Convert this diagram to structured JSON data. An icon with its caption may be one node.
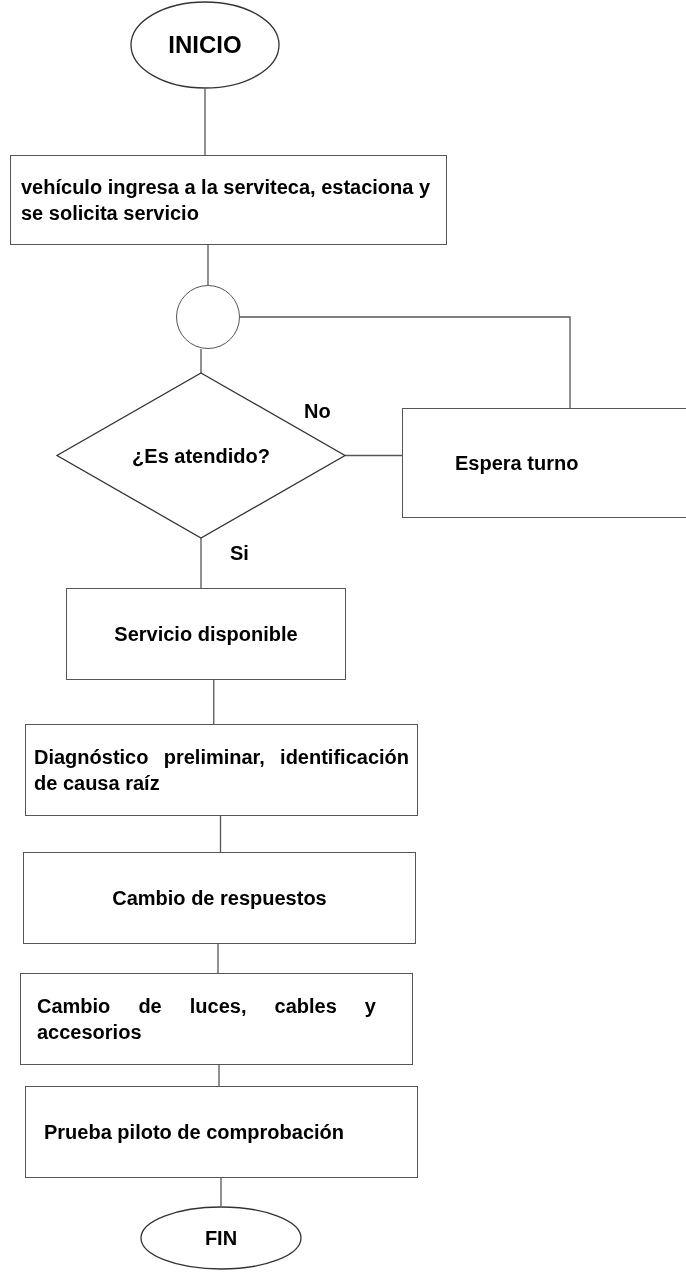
{
  "diagram": {
    "nodes": [
      {
        "text": [
          "INICIO"
        ]
      },
      {
        "text": [
          "vehículo ingresa a la serviteca, estaciona y se solicita servicio"
        ]
      },
      {
        "text": [],
        "shape": "circle"
      },
      {
        "text": [
          "¿Es atendido?"
        ]
      },
      {
        "text": [
          "Espera turno"
        ]
      },
      {
        "text": [
          "Servicio disponible"
        ]
      },
      {
        "text": [
          "Diagnóstico preliminar, identificación de causa raíz"
        ]
      },
      {
        "text": [
          "Cambio de respuestos"
        ]
      },
      {
        "text": [
          "Cambio de luces, cables y accesorios"
        ]
      },
      {
        "text": [
          "Prueba piloto de comprobación"
        ]
      },
      {
        "text": [
          "FIN"
        ]
      }
    ],
    "edges": [
      {
        "from": 0,
        "to": 1,
        "arrow": "none"
      },
      {
        "from": 1,
        "to": 2,
        "arrow": "none"
      },
      {
        "from": 2,
        "to": 3,
        "arrow": "none"
      },
      {
        "from": 3,
        "to": 4,
        "arrow": "none",
        "label": "No"
      },
      {
        "from": 4,
        "to": 2,
        "arrow": "none"
      },
      {
        "from": 3,
        "to": 5,
        "arrow": "none",
        "label": "Si"
      },
      {
        "from": 5,
        "to": 6,
        "arrow": "none"
      },
      {
        "from": 6,
        "to": 7,
        "arrow": "none"
      },
      {
        "from": 7,
        "to": 8,
        "arrow": "none"
      },
      {
        "from": 8,
        "to": 9,
        "arrow": "none"
      },
      {
        "from": 9,
        "to": 10,
        "arrow": "none"
      }
    ]
  }
}
